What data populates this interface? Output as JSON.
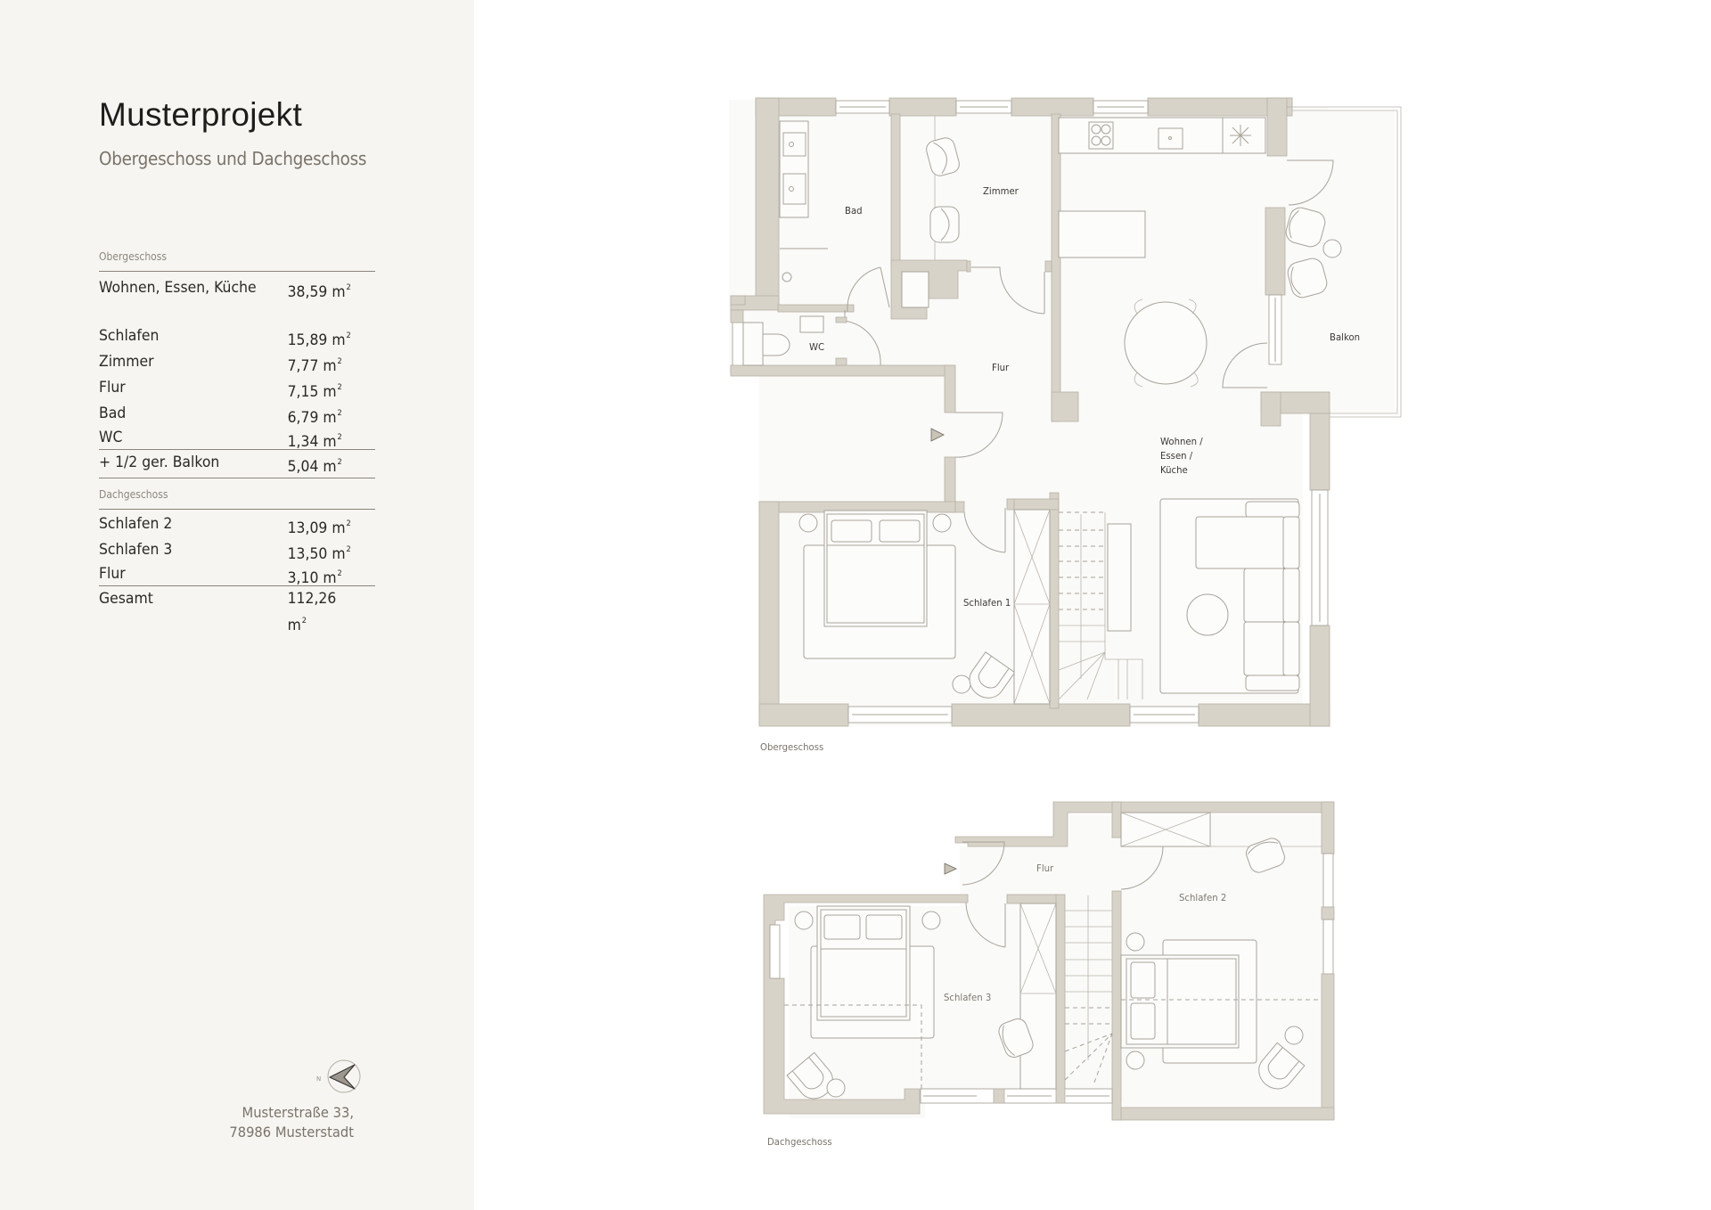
{
  "header": {
    "title": "Musterprojekt",
    "subtitle": "Obergeschoss und Dachgeschoss"
  },
  "areas": {
    "obergeschoss": {
      "section_label": "Obergeschoss",
      "rows": [
        {
          "label": "Wohnen, Essen, Küche",
          "value": "38,59 m"
        },
        {
          "label": "Schlafen",
          "value": "15,89 m"
        },
        {
          "label": "Zimmer",
          "value": "7,77 m"
        },
        {
          "label": "Flur",
          "value": "7,15 m"
        },
        {
          "label": "Bad",
          "value": "6,79 m"
        },
        {
          "label": "WC",
          "value": "1,34 m"
        }
      ],
      "balcony": {
        "label": "+ 1/2 ger. Balkon",
        "value": "5,04 m"
      }
    },
    "dachgeschoss": {
      "section_label": "Dachgeschoss",
      "rows": [
        {
          "label": "Schlafen 2",
          "value": "13,09 m"
        },
        {
          "label": "Schlafen 3",
          "value": "13,50 m"
        },
        {
          "label": "Flur",
          "value": "3,10 m"
        }
      ]
    },
    "total": {
      "label": "Gesamt",
      "value": "112,26 m"
    },
    "unit_superscript": "2"
  },
  "compass": {
    "icon": "north-arrow-icon",
    "label": "N"
  },
  "address": {
    "line1": "Musterstraße 33,",
    "line2": "78986 Musterstadt"
  },
  "plans": {
    "obergeschoss": {
      "caption": "Obergeschoss",
      "rooms": {
        "bad": "Bad",
        "zimmer": "Zimmer",
        "wc": "WC",
        "flur": "Flur",
        "balkon": "Balkon",
        "wohnen_1": "Wohnen /",
        "wohnen_2": "Essen /",
        "wohnen_3": "Küche",
        "schlafen1": "Schlafen 1"
      }
    },
    "dachgeschoss": {
      "caption": "Dachgeschoss",
      "rooms": {
        "flur": "Flur",
        "schlafen2": "Schlafen 2",
        "schlafen3": "Schlafen 3"
      }
    }
  },
  "colors": {
    "sidebar_bg": "#f6f5f1",
    "wall_fill": "#d8d3c8",
    "floor_fill": "#fafaf8",
    "line": "#a8a39a",
    "text_dark": "#2b2926",
    "text_muted": "#7a736a"
  }
}
